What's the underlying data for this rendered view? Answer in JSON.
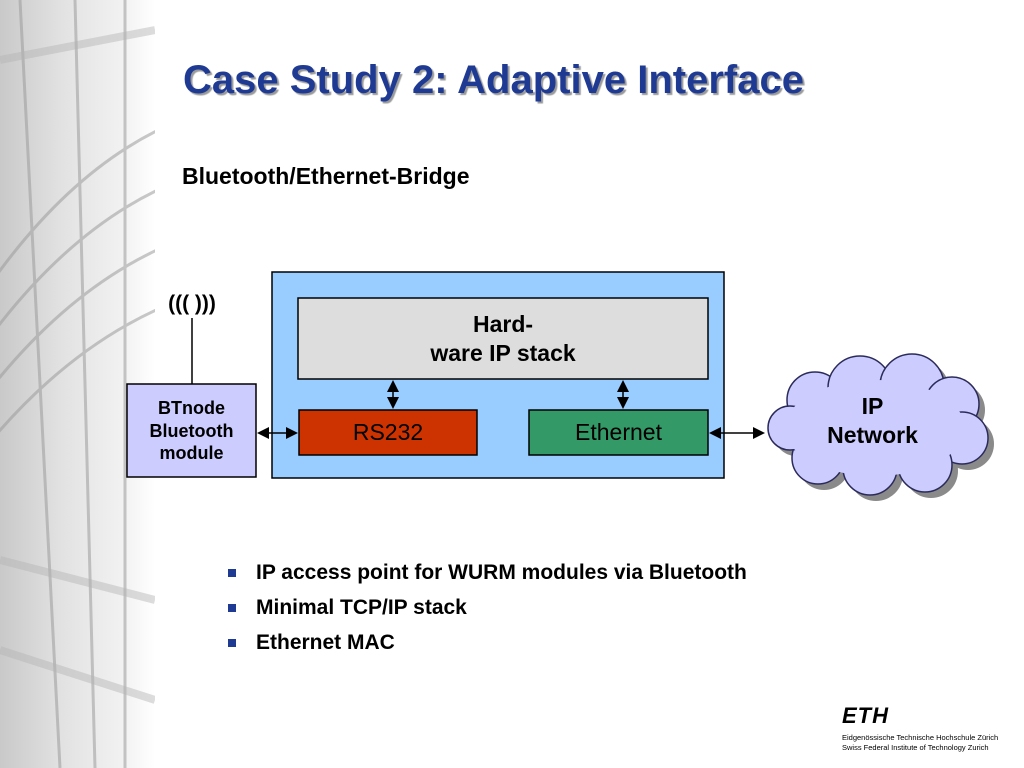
{
  "slide": {
    "title": "Case Study 2: Adaptive Interface",
    "subtitle": "Bluetooth/Ethernet-Bridge"
  },
  "diagram": {
    "antenna_label": "((( )))",
    "btnode_label": [
      "BTnode",
      "Bluetooth",
      "module"
    ],
    "ip_stack_label": [
      "Hard-",
      "ware IP stack"
    ],
    "rs232_label": "RS232",
    "ethernet_label": "Ethernet",
    "cloud_label": [
      "IP",
      "Network"
    ],
    "colors": {
      "board": "#99ccff",
      "stack": "#dddddd",
      "rs232": "#cc3300",
      "ethernet": "#339966",
      "btnode": "#ccccff",
      "cloud": "#ccccff",
      "title": "#1f3a93"
    }
  },
  "bullets": [
    "IP access point for WURM modules via Bluetooth",
    "Minimal TCP/IP stack",
    "Ethernet MAC"
  ],
  "logo": {
    "mark": "ETH",
    "line1": "Eidgenössische Technische Hochschule Zürich",
    "line2": "Swiss Federal Institute of Technology Zurich"
  }
}
